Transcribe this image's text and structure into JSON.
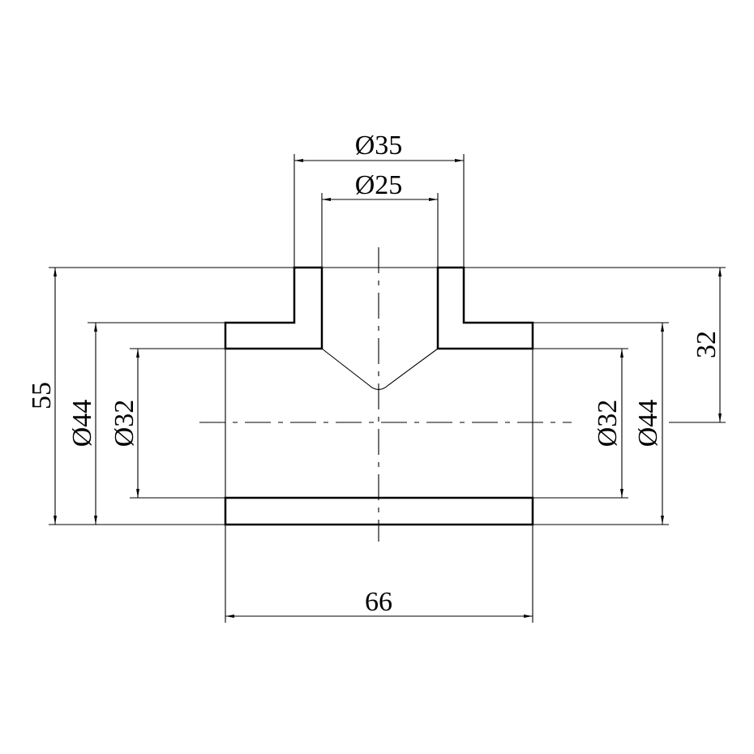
{
  "drawing": {
    "dimensions": {
      "outer_branch_diameter": "Ø35",
      "inner_branch_diameter": "Ø25",
      "overall_height": "55",
      "branch_height": "32",
      "outer_run_diameter_left": "Ø44",
      "inner_run_diameter_left": "Ø32",
      "outer_run_diameter_right": "Ø44",
      "inner_run_diameter_right": "Ø32",
      "overall_length": "66"
    }
  }
}
